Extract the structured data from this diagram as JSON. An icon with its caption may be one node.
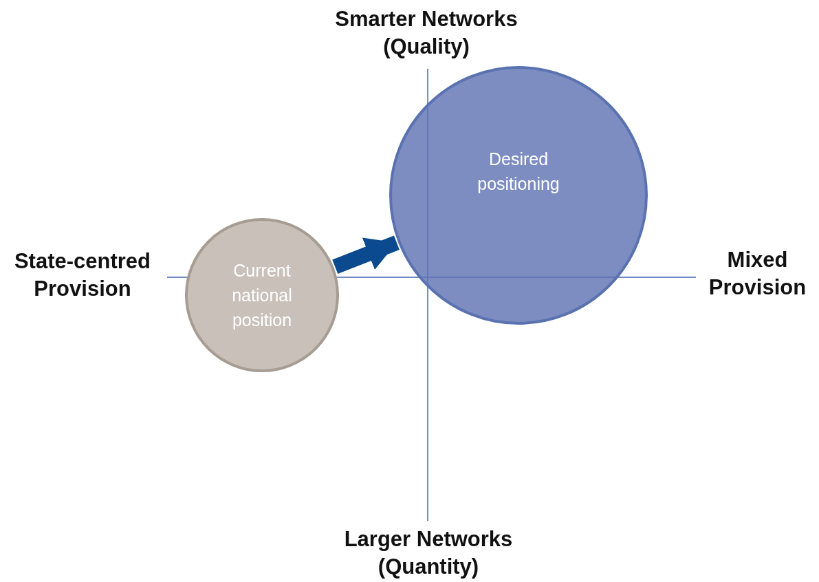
{
  "diagram": {
    "nodes": [
      {
        "text": [
          "Current national position"
        ]
      },
      {
        "text": [
          "Desired positioning"
        ]
      }
    ],
    "edges": [
      {
        "from": 0,
        "to": 1,
        "arrow": "to"
      }
    ],
    "labels": [
      "Smarter Networks (Quality)",
      "State-centred Provision",
      "Mixed Provision",
      "Larger Networks (Quantity)"
    ]
  }
}
